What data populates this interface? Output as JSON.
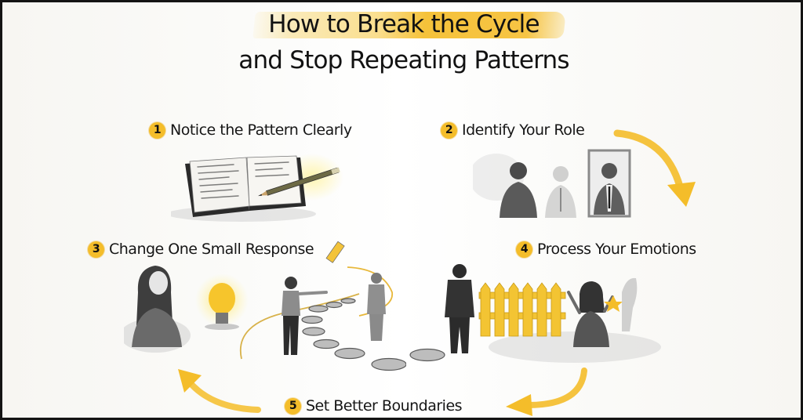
{
  "title": {
    "line1_prefix": "How to ",
    "line1_highlight": "Break the Cycle",
    "line2": "and Stop Repeating Patterns",
    "highlight_color": "#f5c23a"
  },
  "steps": [
    {
      "number": "1",
      "label": "Notice the Pattern Clearly",
      "illustration": "open-notebook-with-pencil"
    },
    {
      "number": "2",
      "label": "Identify Your Role",
      "illustration": "man-facing-mirror-reflection"
    },
    {
      "number": "3",
      "label": "Change One Small Response",
      "illustration": "woman-thinking-lightbulb-stepping-stones"
    },
    {
      "number": "4",
      "label": "Process Your Emotions",
      "illustration": "man-by-yellow-fence-woman-releasing"
    },
    {
      "number": "5",
      "label": "Set Better Boundaries",
      "illustration": "stepping-stone-path"
    }
  ],
  "arrows": [
    {
      "from": "2",
      "to": "4",
      "icon": "curved-arrow-down-icon"
    },
    {
      "from": "4",
      "to": "5",
      "icon": "curved-arrow-left-icon"
    },
    {
      "from": "5",
      "to": "3",
      "icon": "curved-arrow-up-icon"
    }
  ],
  "colors": {
    "accent": "#f4bd2a",
    "text": "#151515",
    "background": "#fbfbf9",
    "border": "#141414"
  }
}
